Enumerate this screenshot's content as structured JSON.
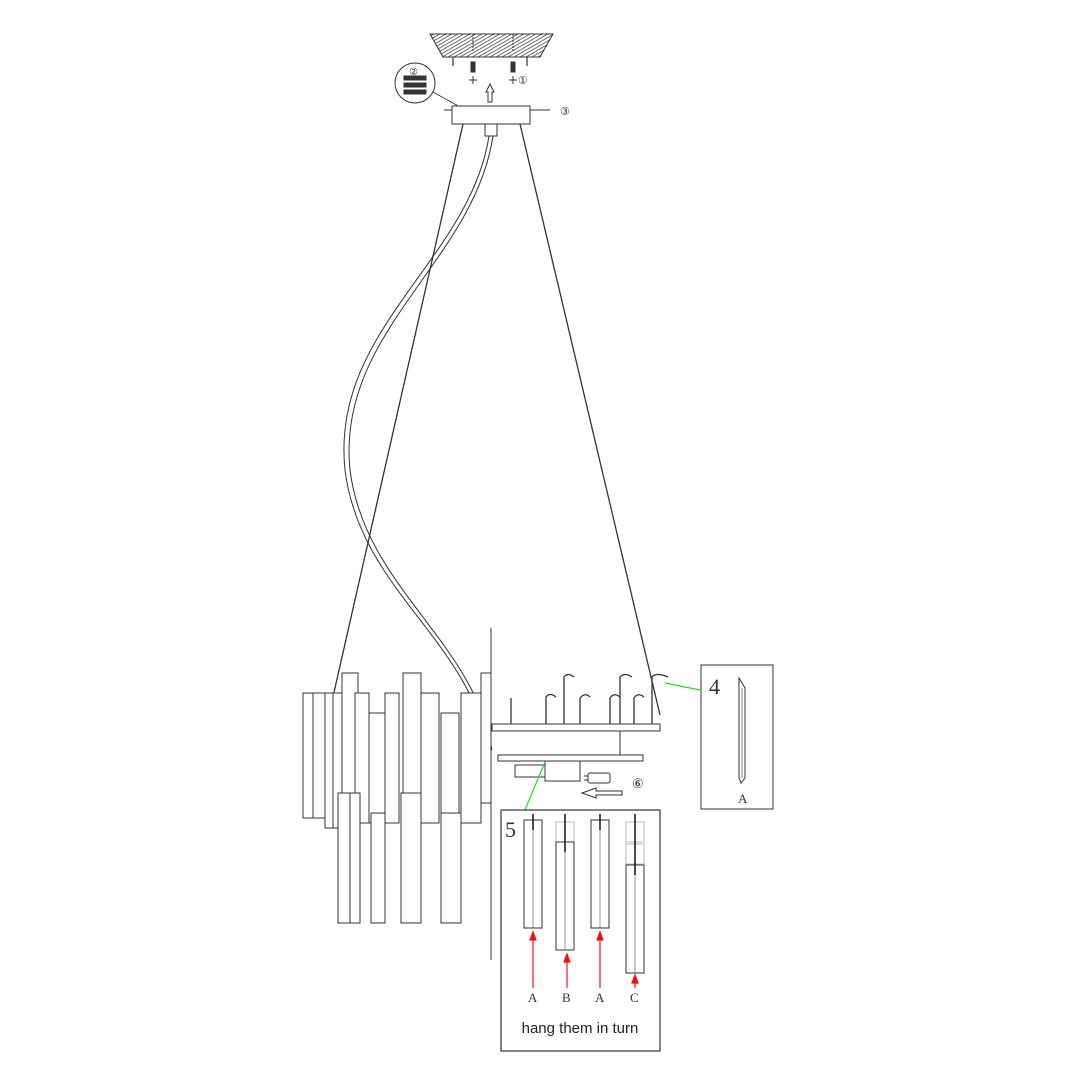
{
  "diagram": {
    "type": "installation-instructions",
    "subject": "crystal chandelier assembly",
    "steps": [
      {
        "number": "①",
        "label": "1",
        "description": "screws into ceiling"
      },
      {
        "number": "②",
        "label": "2",
        "description": "wire connection detail"
      },
      {
        "number": "③",
        "label": "3",
        "description": "fix canopy screw"
      },
      {
        "number": "4",
        "label": "4",
        "description": "crystal A detail",
        "crystal_label": "A"
      },
      {
        "number": "5",
        "label": "5",
        "description": "crystal hanging order",
        "crystal_labels": [
          "A",
          "B",
          "A",
          "C"
        ],
        "caption": "hang them in turn"
      },
      {
        "number": "⑥",
        "label": "6",
        "description": "insert bulb"
      }
    ],
    "colors": {
      "line": "#333333",
      "pointer_green": "#22dd22",
      "arrow_red": "#ee1111",
      "text": "#333333"
    }
  }
}
